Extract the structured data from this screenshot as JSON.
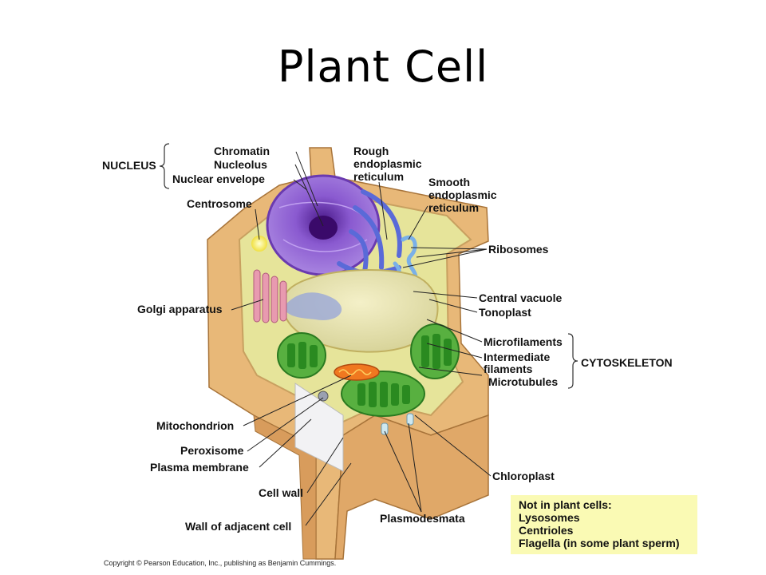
{
  "title": "Plant Cell",
  "groups": {
    "nucleus": "NUCLEUS",
    "cytoskeleton": "CYTOSKELETON"
  },
  "labels": {
    "chromatin": "Chromatin",
    "nucleolus": "Nucleolus",
    "nuclear_envelope": "Nuclear envelope",
    "centrosome": "Centrosome",
    "golgi": "Golgi apparatus",
    "rough_er": [
      "Rough",
      "endoplasmic",
      "reticulum"
    ],
    "smooth_er": [
      "Smooth",
      "endoplasmic",
      "reticulum"
    ],
    "ribosomes": "Ribosomes",
    "central_vacuole": "Central vacuole",
    "tonoplast": "Tonoplast",
    "microfilaments": "Microfilaments",
    "intermediate_filaments": [
      "Intermediate",
      "filaments"
    ],
    "microtubules": "Microtubules",
    "mitochondrion": "Mitochondrion",
    "peroxisome": "Peroxisome",
    "plasma_membrane": "Plasma membrane",
    "cell_wall": "Cell wall",
    "wall_adjacent": "Wall of adjacent cell",
    "chloroplast": "Chloroplast",
    "plasmodesmata": "Plasmodesmata"
  },
  "note": {
    "heading": "Not in plant cells:",
    "items": [
      "Lysosomes",
      "Centrioles",
      "Flagella (in some plant sperm)"
    ]
  },
  "copyright": "Copyright © Pearson Education, Inc., publishing as Benjamin Cummings."
}
